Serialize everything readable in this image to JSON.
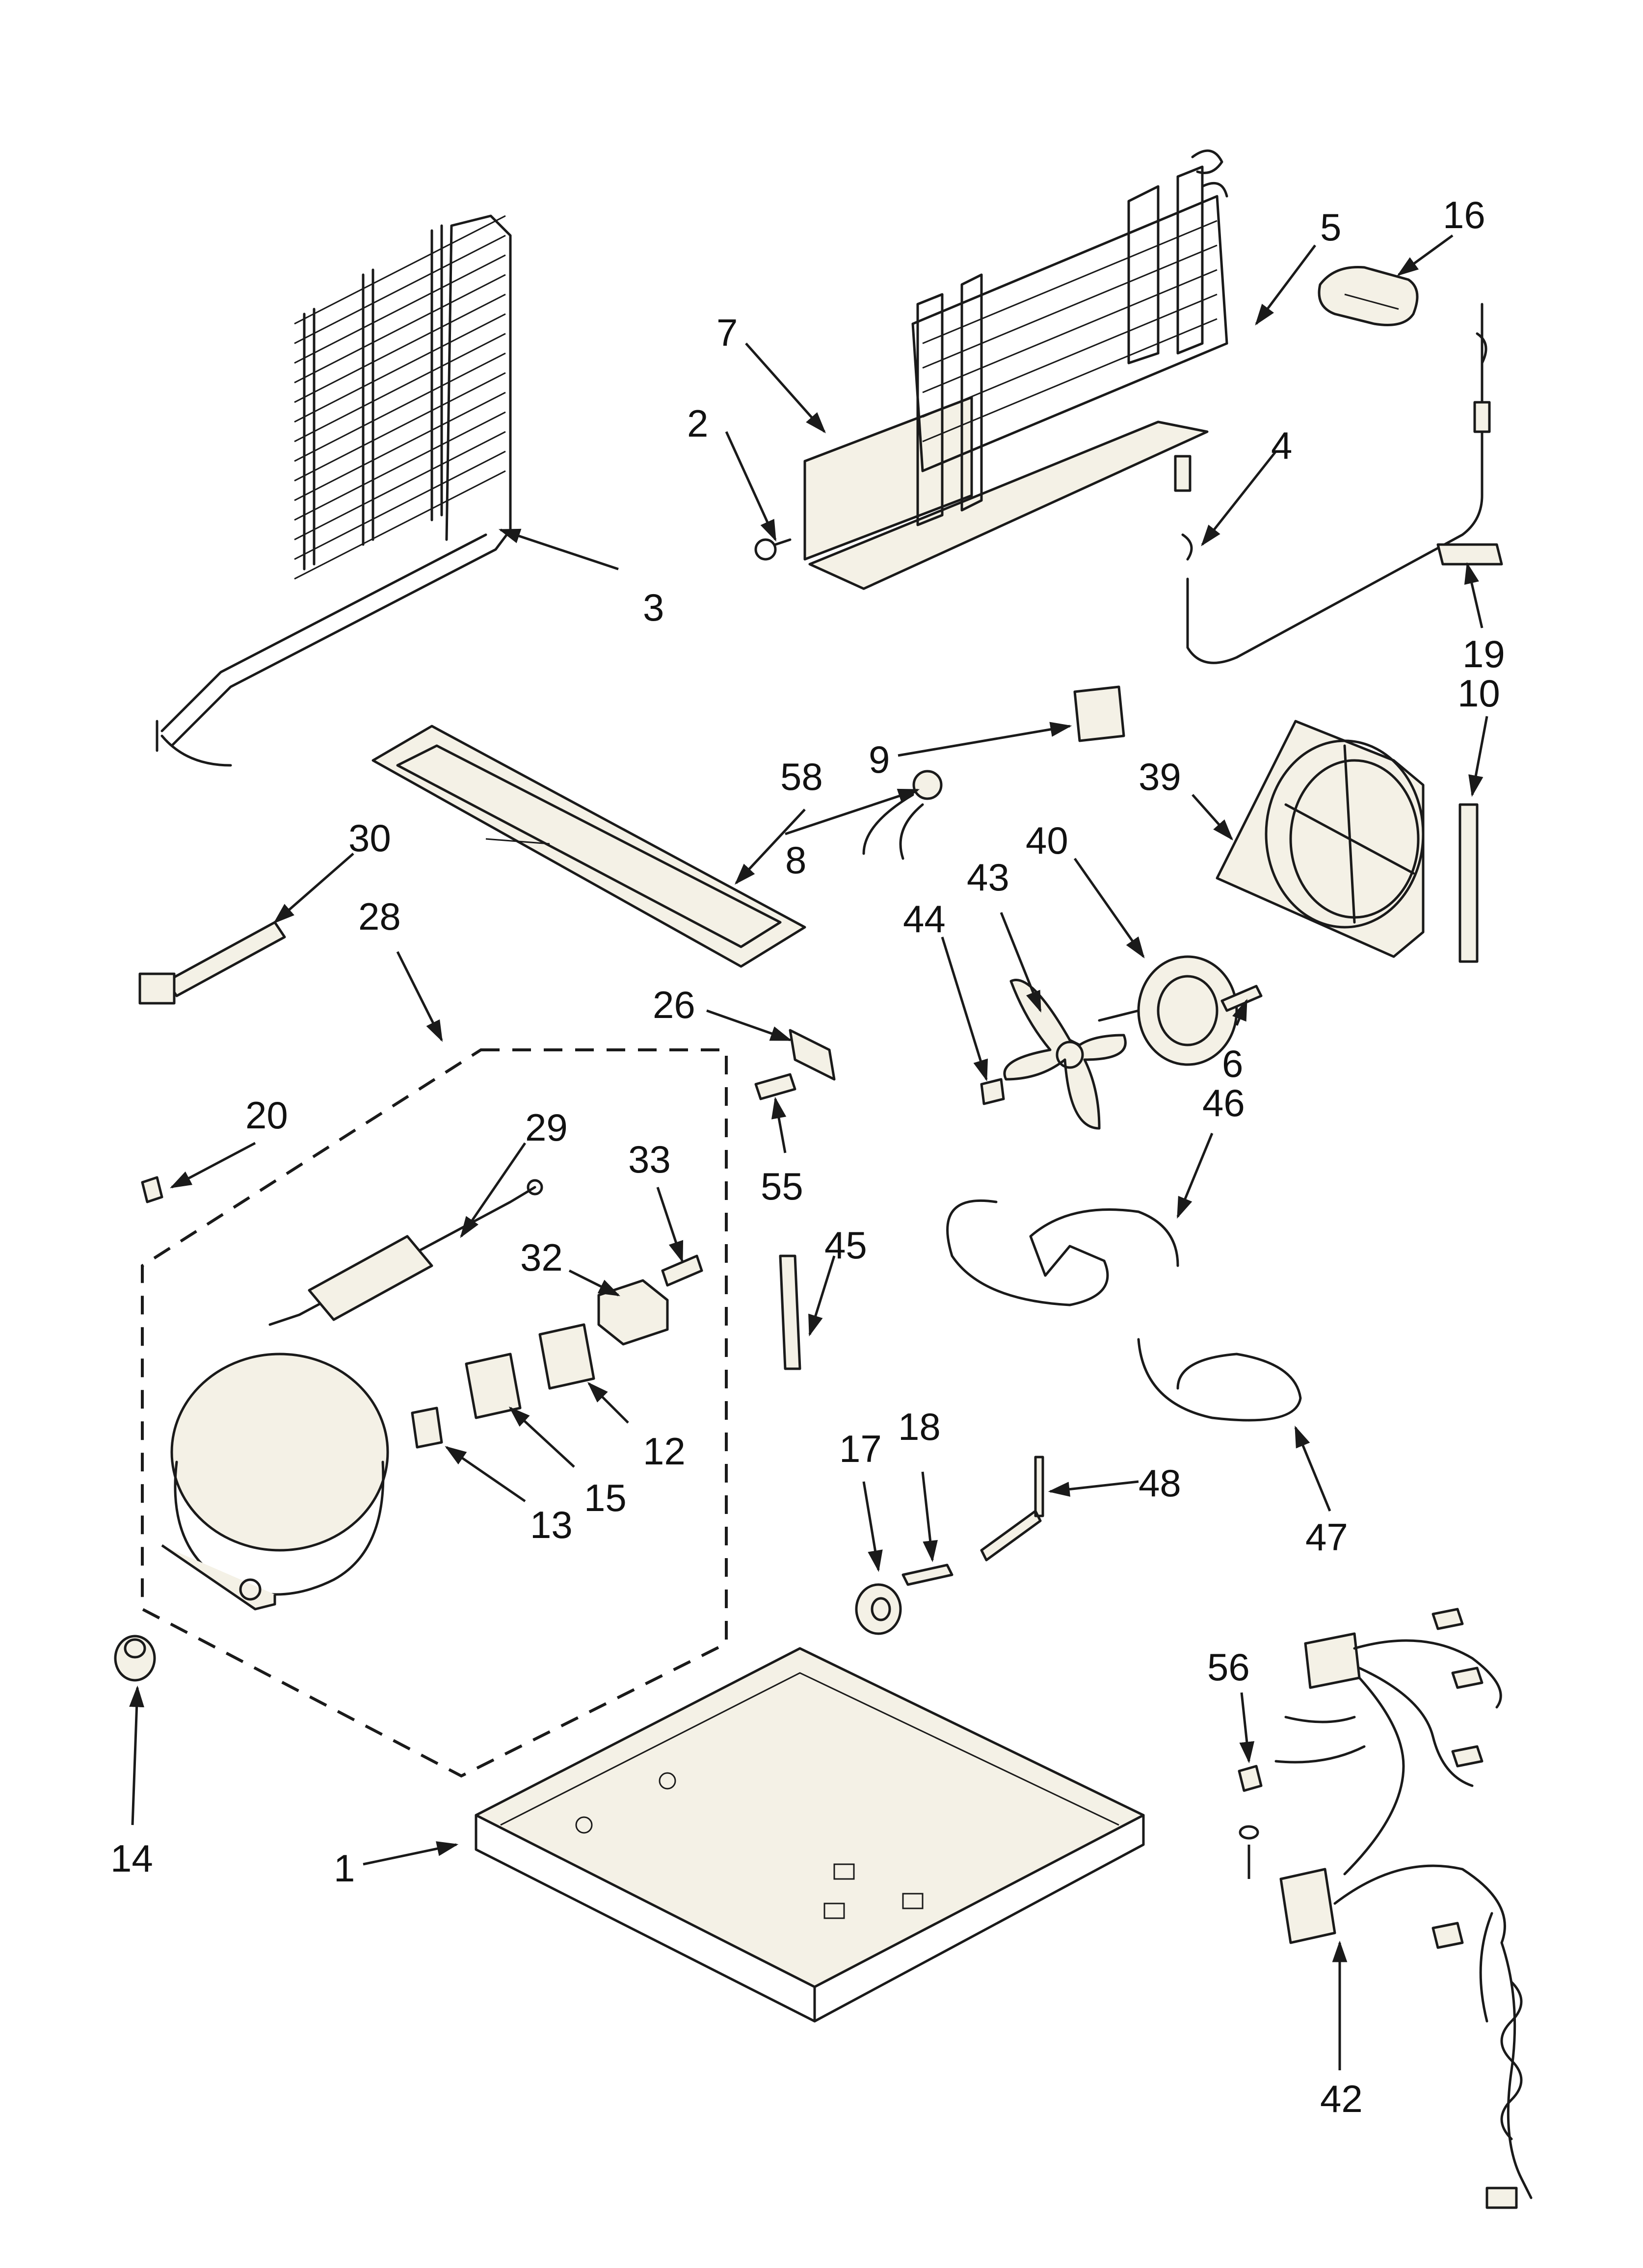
{
  "callouts": [
    {
      "id": "c1",
      "text": "1"
    },
    {
      "id": "c2",
      "text": "2"
    },
    {
      "id": "c3",
      "text": "3"
    },
    {
      "id": "c4",
      "text": "4"
    },
    {
      "id": "c5",
      "text": "5"
    },
    {
      "id": "c6",
      "text": "6"
    },
    {
      "id": "c7",
      "text": "7"
    },
    {
      "id": "c8",
      "text": "8"
    },
    {
      "id": "c9",
      "text": "9"
    },
    {
      "id": "c10",
      "text": "10"
    },
    {
      "id": "c12",
      "text": "12"
    },
    {
      "id": "c13",
      "text": "13"
    },
    {
      "id": "c14",
      "text": "14"
    },
    {
      "id": "c15",
      "text": "15"
    },
    {
      "id": "c16",
      "text": "16"
    },
    {
      "id": "c17",
      "text": "17"
    },
    {
      "id": "c18",
      "text": "18"
    },
    {
      "id": "c19",
      "text": "19"
    },
    {
      "id": "c20",
      "text": "20"
    },
    {
      "id": "c26",
      "text": "26"
    },
    {
      "id": "c28",
      "text": "28"
    },
    {
      "id": "c29",
      "text": "29"
    },
    {
      "id": "c30",
      "text": "30"
    },
    {
      "id": "c32",
      "text": "32"
    },
    {
      "id": "c33",
      "text": "33"
    },
    {
      "id": "c39",
      "text": "39"
    },
    {
      "id": "c40",
      "text": "40"
    },
    {
      "id": "c42",
      "text": "42"
    },
    {
      "id": "c43",
      "text": "43"
    },
    {
      "id": "c44",
      "text": "44"
    },
    {
      "id": "c45",
      "text": "45"
    },
    {
      "id": "c46",
      "text": "46"
    },
    {
      "id": "c47",
      "text": "47"
    },
    {
      "id": "c48",
      "text": "48"
    },
    {
      "id": "c55",
      "text": "55"
    },
    {
      "id": "c56",
      "text": "56"
    },
    {
      "id": "c58",
      "text": "58"
    }
  ]
}
